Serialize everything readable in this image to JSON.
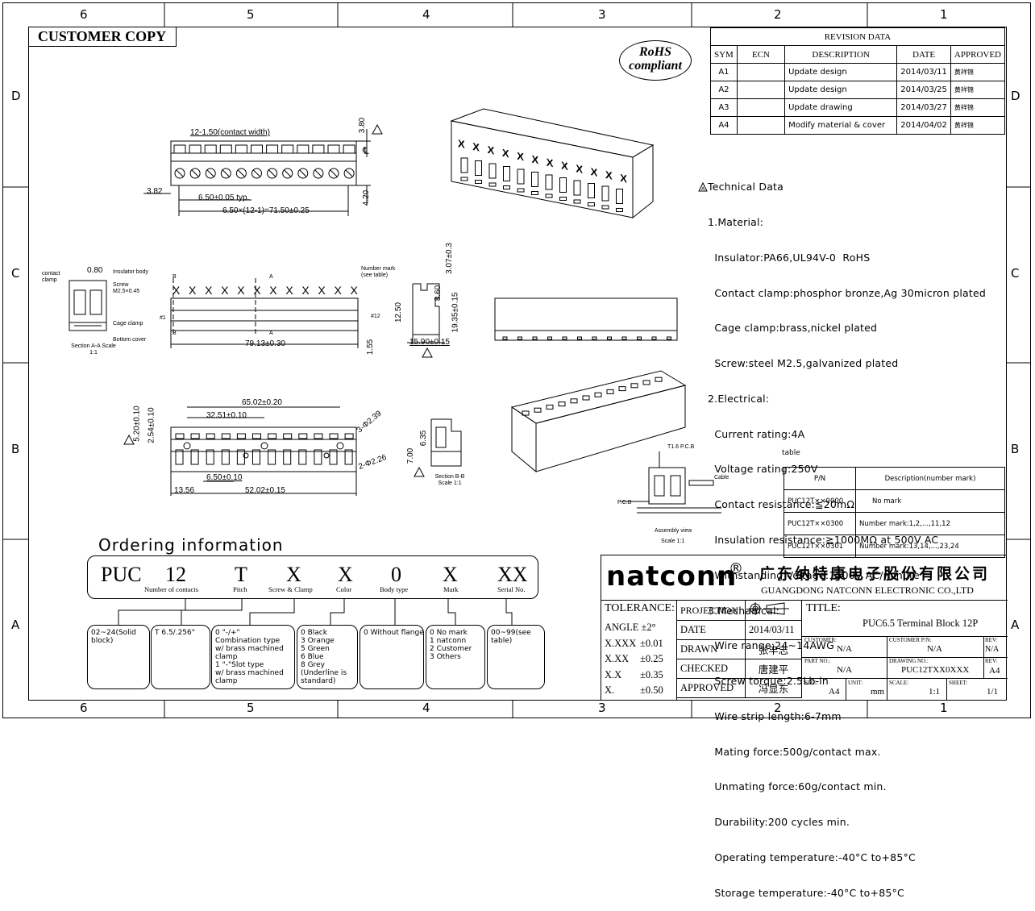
{
  "frame": {
    "top_zones": [
      "6",
      "5",
      "4",
      "3",
      "2",
      "1"
    ],
    "bottom_zones": [
      "6",
      "5",
      "4",
      "3",
      "2",
      "1"
    ],
    "side_zones": [
      "D",
      "C",
      "B",
      "A"
    ]
  },
  "customer_copy": "CUSTOMER COPY",
  "rohs": {
    "line1": "RoHS",
    "line2": "compliant"
  },
  "revision": {
    "title": "REVISION DATA",
    "headers": [
      "SYM",
      "ECN",
      "DESCRIPTION",
      "DATE",
      "APPROVED"
    ],
    "rows": [
      {
        "sym": "A1",
        "ecn": "",
        "desc": "Update design",
        "date": "2014/03/11",
        "approved": "黄祥锦"
      },
      {
        "sym": "A2",
        "ecn": "",
        "desc": "Update design",
        "date": "2014/03/25",
        "approved": "黄祥锦"
      },
      {
        "sym": "A3",
        "ecn": "",
        "desc": "Update drawing",
        "date": "2014/03/27",
        "approved": "黄祥锦"
      },
      {
        "sym": "A4",
        "ecn": "",
        "desc": "Modify material & cover",
        "date": "2014/04/02",
        "approved": "黄祥锦"
      }
    ]
  },
  "technical_data": [
    "Technical Data",
    "1.Material:",
    "  Insulator:PA66,UL94V-0  RoHS",
    "  Contact clamp:phosphor bronze,Ag 30micron plated",
    "  Cage clamp:brass,nickel plated",
    "  Screw:steel M2.5,galvanized plated",
    "2.Electrical:",
    "  Current rating:4A",
    "  Voltage rating:250V",
    "  Contact resistance:≦20mΩ",
    "  Insulation resistance:≧1000MΩ at 500V AC",
    "  Withstanding Voltage:1500V AC/minute",
    "3.Mechanical:",
    "  Wire range:24~14AWG",
    "  Screw torque:2.5Lb-in",
    "  Wire strip length:6-7mm",
    "  Mating force:500g/contact max.",
    "  Unmating force:60g/contact min.",
    "  Durability:200 cycles min.",
    "  Operating temperature:-40°C to+85°C",
    "  Storage temperature:-40°C to+85°C"
  ],
  "pn_table": {
    "label": "table",
    "headers": [
      "P/N",
      "Description(number mark)"
    ],
    "rows": [
      [
        "PUC12T××0000",
        "No mark"
      ],
      [
        "PUC12T××0300",
        "Number mark:1,2,...,11,12"
      ],
      [
        "PUC12T××0301",
        "Number mark:13,14,...,23,24"
      ]
    ]
  },
  "dims": {
    "d1": "12-1.50(contact width)",
    "d2": "3.80",
    "d3": "3.82",
    "d4": "6.50±0.05 typ.",
    "d5": "6.50×(12-1)=71.50±0.25",
    "d6": "4.20",
    "d7": "0.80",
    "d8": "79.13±0.30",
    "d9": "1.55",
    "d10": "3.07±0.3",
    "d11": "8.60",
    "d12": "12.50",
    "d13": "19.35±0.15",
    "d14": "15.90±0.15",
    "d15": "65.02±0.20",
    "d16": "32.51±0.10",
    "d17": "3-Φ2.39",
    "d18": "5.20±0.10",
    "d19": "2.54±0.10",
    "d20": "2-Φ2.26",
    "d21": "6.50±0.10",
    "d22": "13.56",
    "d23": "52.02±0.15",
    "d24": "6.35",
    "d25": "7.00",
    "l1": "contact clamp",
    "l2": "Insulator body",
    "l3": "Screw M2.5×0.45",
    "l4": "Cage clamp",
    "l5": "Bottom cover",
    "l6": "Section A-A Scale 1:1",
    "l7": "Number mark (see table)",
    "l8": "#1",
    "l9": "#12",
    "l10": "Section B-B Scale 1:1",
    "l11": "T1.6 P.C.B",
    "l12": "Cable",
    "l13": "P.C.B",
    "l14": "Assembly view",
    "l15": "Scale 1:1",
    "m_a": "A",
    "m_b": "B",
    "m_x": "X",
    "m_cl": "℄"
  },
  "ordering": {
    "title": "Ordering information",
    "codes": [
      {
        "code": "PUC",
        "label": ""
      },
      {
        "code": "12",
        "label": "Number of contacts"
      },
      {
        "code": "T",
        "label": "Pitch"
      },
      {
        "code": "X",
        "label": "Screw & Clamp"
      },
      {
        "code": "X",
        "label": "Color"
      },
      {
        "code": "0",
        "label": "Body type"
      },
      {
        "code": "X",
        "label": "Mark"
      },
      {
        "code": "XX",
        "label": "Serial No."
      }
    ],
    "options": [
      "02~24(Solid\nblock)",
      "T 6.5/.256\"",
      "0 \"-/+\"\nCombination type\nw/ brass machined\nclamp\n1 \"-\"Slot type\nw/ brass machined\nclamp",
      "0 Black\n3 Orange\n5 Green\n6 Blue\n8 Grey\n(Underline is\nstandard)",
      "0 Without flange",
      "0 No mark\n1 natconn\n2 Customer\n3 Others",
      "00~99(see\ntable)"
    ]
  },
  "title_block": {
    "brand": "natconn",
    "reg": "®",
    "company_cn": "广东纳特康电子股份有限公司",
    "company_en": "GUANGDONG NATCONN ELECTRONIC CO.,LTD",
    "tolerance": "TOLERANCE:",
    "tol_rows": [
      [
        "ANGLE ±2°",
        ""
      ],
      [
        "X.XXX",
        "±0.01"
      ],
      [
        "X.XX",
        "±0.25"
      ],
      [
        "X.X",
        "±0.35"
      ],
      [
        "X.",
        "±0.50"
      ]
    ],
    "projection": "PROJECTION",
    "date_label": "DATE",
    "date": "2014/03/11",
    "drawn_label": "DRAWN",
    "drawn": "张丰志",
    "checked_label": "CHECKED",
    "checked": "唐建平",
    "approved_label": "APPROVED",
    "approved": "冯显东",
    "title_label": "TITLE:",
    "title": "PUC6.5  Terminal Block 12P",
    "customer_label": "CUSTOMER:",
    "customer": "N/A",
    "customer_pn_label": "CUSTOMER P/N:",
    "customer_pn": "N/A",
    "rev_label": "REV:",
    "rev_top": "N/A",
    "part_no_label": "PART NO.:",
    "part_no": "N/A",
    "drawing_no_label": "DRAWING NO.:",
    "drawing_no": "PUC12TXX0XXX",
    "rev": "A4",
    "size_label": "SIZE:",
    "size": "A4",
    "unit_label": "UNIT:",
    "unit": "mm",
    "scale_label": "SCALE:",
    "scale": "1:1",
    "sheet_label": "SHEET:",
    "sheet": "1/1"
  }
}
